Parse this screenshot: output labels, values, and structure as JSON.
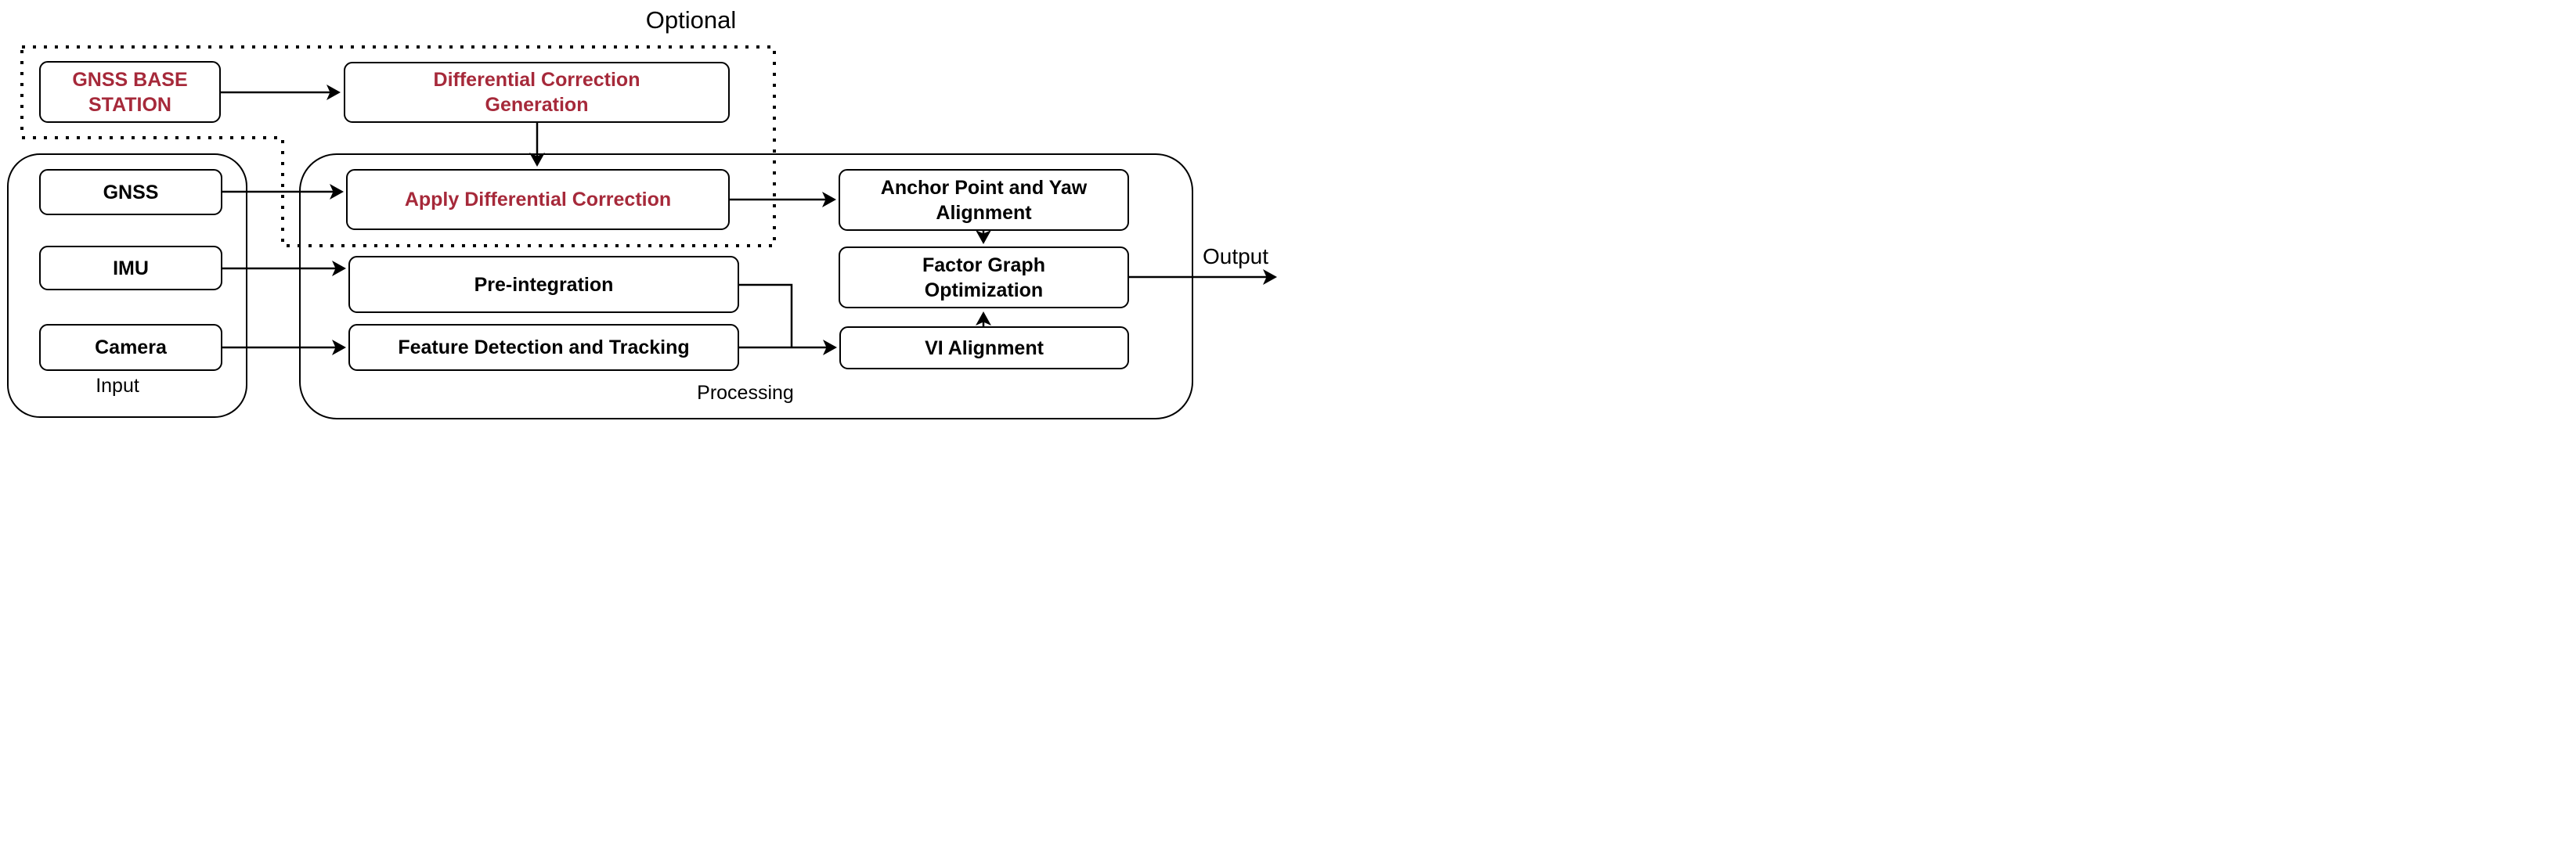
{
  "figure": {
    "type": "flow-diagram",
    "description": "GNSS visual-inertial fusion pipeline block diagram"
  },
  "labels": {
    "optional": "Optional",
    "input": "Input",
    "processing": "Processing",
    "output": "Output"
  },
  "nodes": {
    "gnss_base": {
      "line1": "GNSS BASE",
      "line2": "STATION",
      "text_color": "#A6293A"
    },
    "diff_gen": {
      "line1": "Differential Correction",
      "line2": "Generation",
      "text_color": "#A6293A"
    },
    "apply": {
      "label": "Apply Differential Correction",
      "text_color": "#A6293A"
    },
    "gnss": {
      "label": "GNSS",
      "text_color": "#000000"
    },
    "imu": {
      "label": "IMU",
      "text_color": "#000000"
    },
    "camera": {
      "label": "Camera",
      "text_color": "#000000"
    },
    "preint": {
      "label": "Pre-integration",
      "text_color": "#000000"
    },
    "feature": {
      "label": "Feature Detection and Tracking",
      "text_color": "#000000"
    },
    "anchor": {
      "line1": "Anchor Point and Yaw",
      "line2": "Alignment",
      "text_color": "#000000"
    },
    "fgo": {
      "line1": "Factor Graph",
      "line2": "Optimization",
      "text_color": "#000000"
    },
    "vi": {
      "label": "VI Alignment",
      "text_color": "#000000"
    }
  },
  "colors": {
    "accent_red": "#A6293A",
    "line": "#000000",
    "background": "#FFFFFF"
  },
  "edges": [
    {
      "from": "GNSS BASE STATION",
      "to": "Differential Correction Generation"
    },
    {
      "from": "Differential Correction Generation",
      "to": "Apply Differential Correction"
    },
    {
      "from": "GNSS",
      "to": "Apply Differential Correction"
    },
    {
      "from": "IMU",
      "to": "Pre-integration"
    },
    {
      "from": "Camera",
      "to": "Feature Detection and Tracking"
    },
    {
      "from": "Pre-integration",
      "to": "VI Alignment"
    },
    {
      "from": "Feature Detection and Tracking",
      "to": "VI Alignment"
    },
    {
      "from": "Apply Differential Correction",
      "to": "Anchor Point and Yaw Alignment"
    },
    {
      "from": "Anchor Point and Yaw Alignment",
      "to": "Factor Graph Optimization"
    },
    {
      "from": "VI Alignment",
      "to": "Factor Graph Optimization"
    },
    {
      "from": "Factor Graph Optimization",
      "to": "Output"
    }
  ]
}
